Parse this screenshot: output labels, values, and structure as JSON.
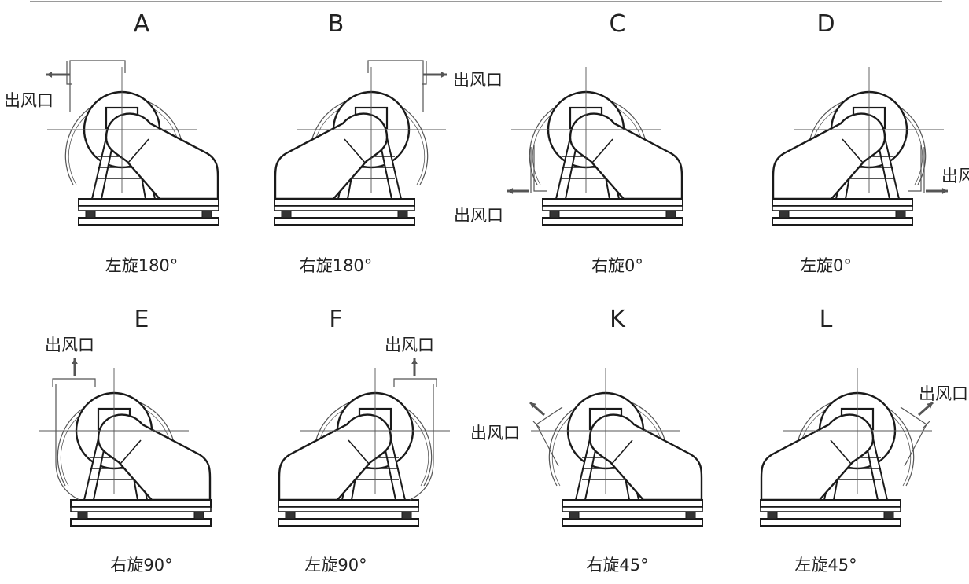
{
  "panels": [
    {
      "letter": "A",
      "caption": "左旋180°",
      "outlet_label": "出风口",
      "outlet": "top-left"
    },
    {
      "letter": "B",
      "caption": "右旋180°",
      "outlet_label": "出风口",
      "outlet": "top-right"
    },
    {
      "letter": "C",
      "caption": "右旋0°",
      "outlet_label": "出风口",
      "outlet": "bottom-left"
    },
    {
      "letter": "D",
      "caption": "左旋0°",
      "outlet_label": "出风口",
      "outlet": "bottom-right"
    },
    {
      "letter": "E",
      "caption": "右旋90°",
      "outlet_label": "出风口",
      "outlet": "up-left"
    },
    {
      "letter": "F",
      "caption": "左旋90°",
      "outlet_label": "出风口",
      "outlet": "up-right"
    },
    {
      "letter": "K",
      "caption": "右旋45°",
      "outlet_label": "出风口",
      "outlet": "diag-left"
    },
    {
      "letter": "L",
      "caption": "左旋45°",
      "outlet_label": "出风口",
      "outlet": "diag-right"
    }
  ],
  "colors": {
    "line": "#1a1a1a",
    "thin": "#555555",
    "arrow": "#555555",
    "text": "#222222"
  }
}
